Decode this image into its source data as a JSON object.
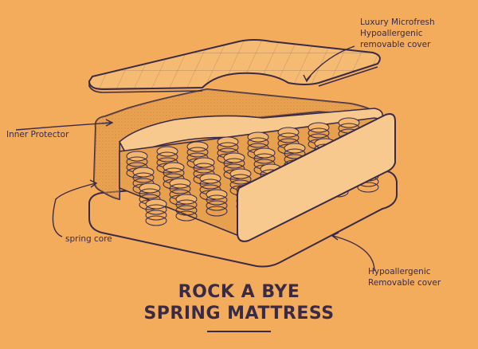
{
  "labels": {
    "top_cover_line1": "Luxury Microfresh",
    "top_cover_line2": "Hypoallergenic",
    "top_cover_line3": "removable cover",
    "inner_protector": "Inner Protector",
    "spring_core": "spring core",
    "bottom_cover_line1": "Hypoallergenic",
    "bottom_cover_line2": "Removable cover"
  },
  "title": {
    "line1": "ROCK A BYE",
    "line2": "SPRING MATTRESS"
  },
  "colors": {
    "background": "#F2AC5C",
    "ink": "#3b2a45",
    "foam": "#F7C98E",
    "foam_shadow": "#E7A04E",
    "spring": "#C98235"
  }
}
